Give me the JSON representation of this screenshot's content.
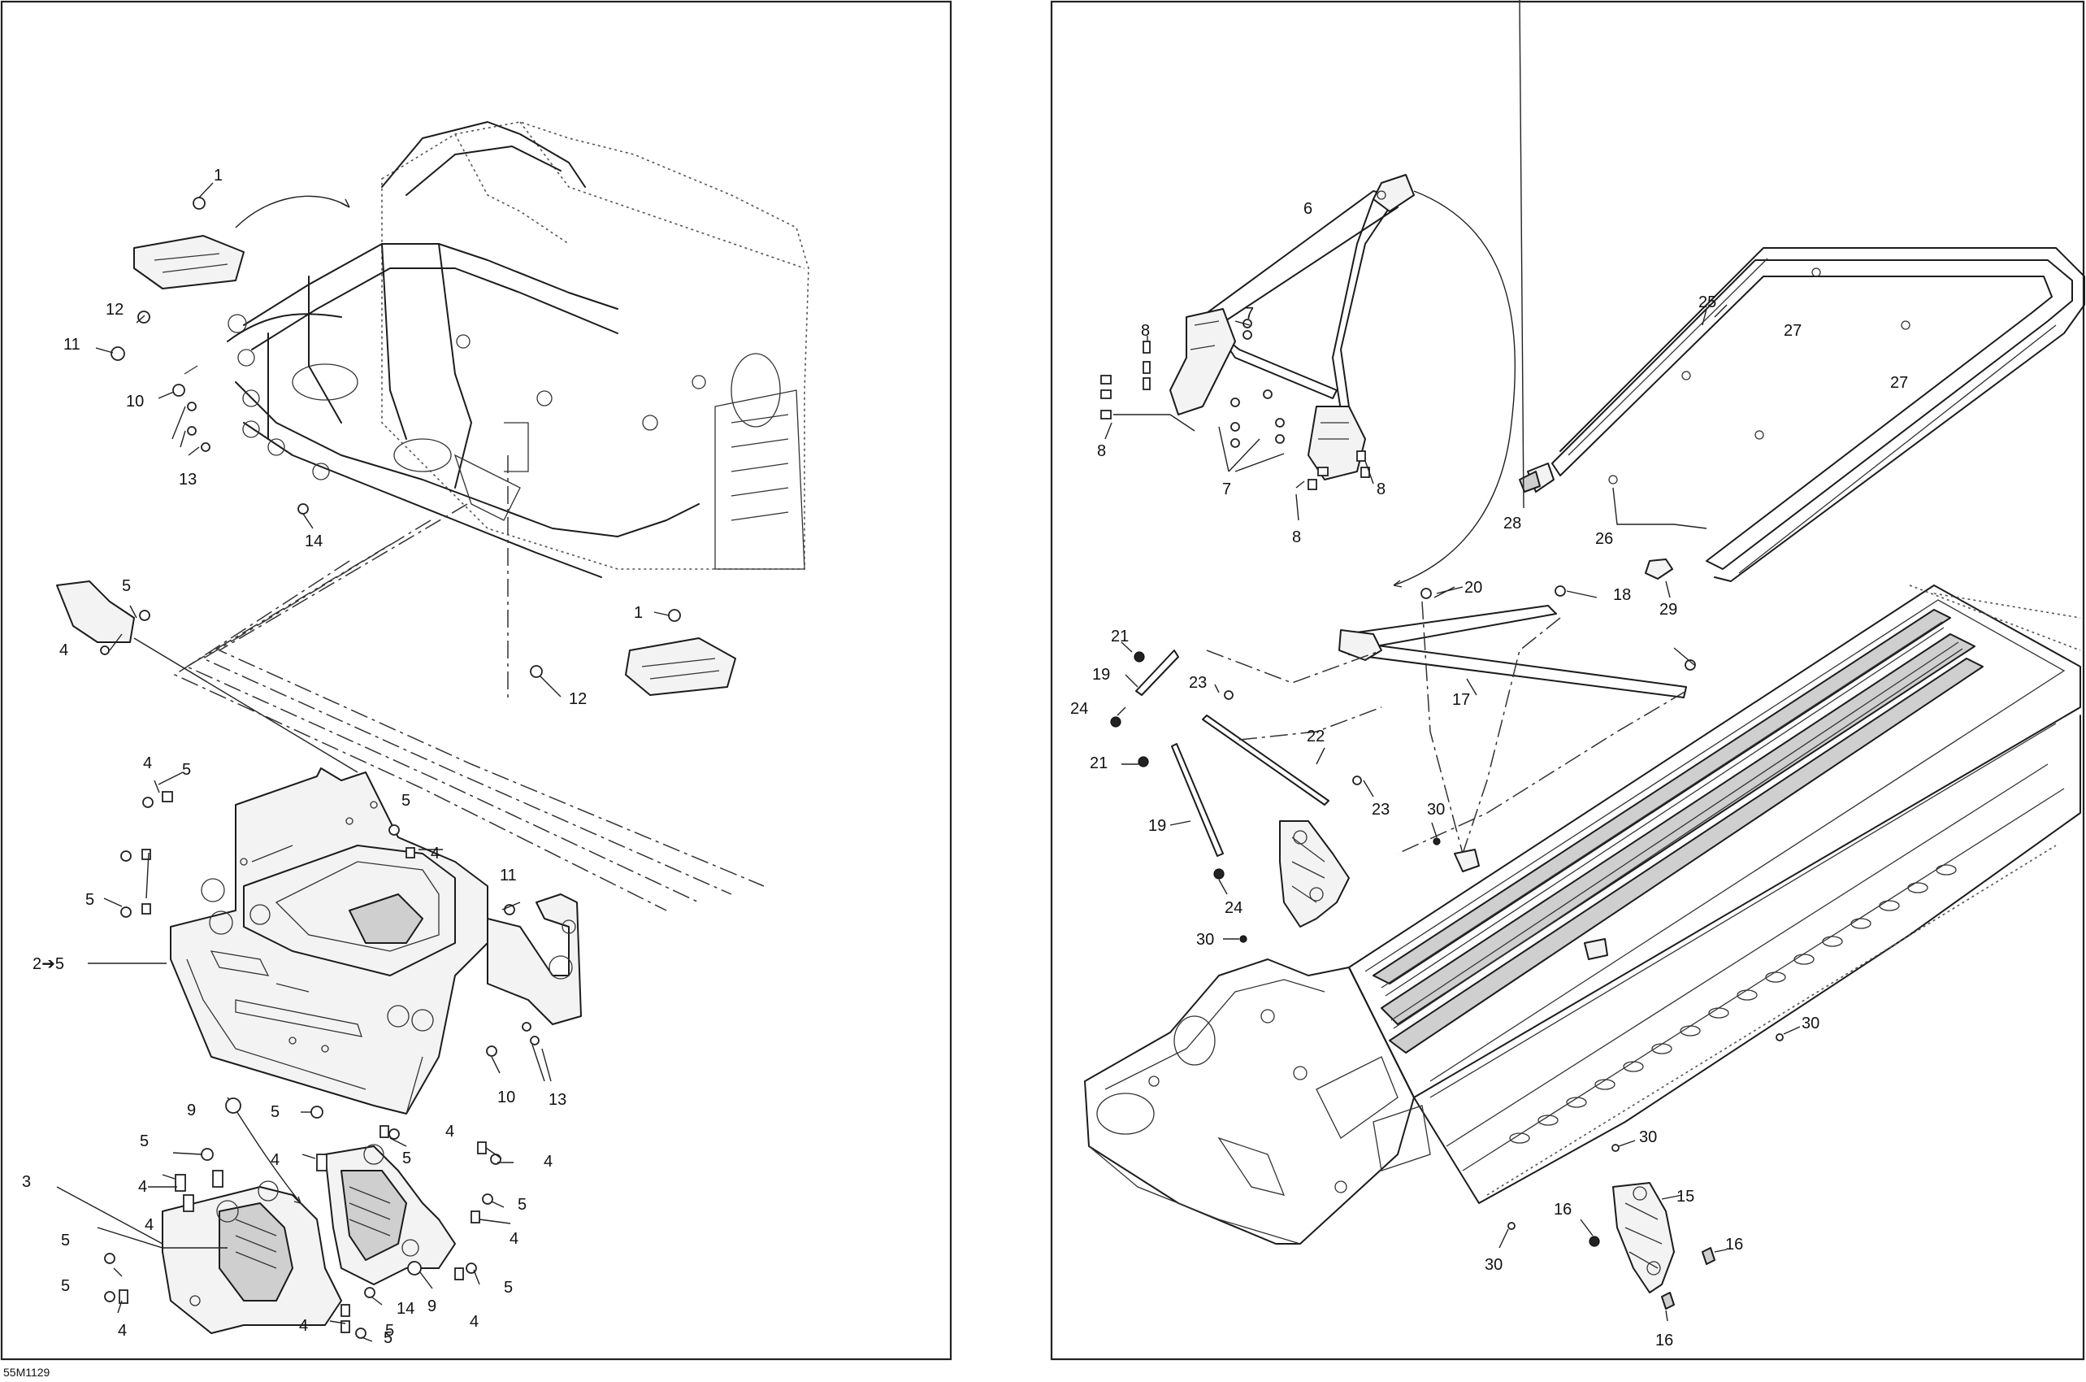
{
  "drawing_code": "55M1129",
  "callouts": [
    {
      "label": "1"
    },
    {
      "label": "12"
    },
    {
      "label": "11"
    },
    {
      "label": "10"
    },
    {
      "label": "13"
    },
    {
      "label": "14"
    },
    {
      "label": "5"
    },
    {
      "label": "4"
    },
    {
      "label": "1"
    },
    {
      "label": "12"
    },
    {
      "label": "4"
    },
    {
      "label": "5"
    },
    {
      "label": "5"
    },
    {
      "label": "4"
    },
    {
      "label": "5"
    },
    {
      "label": "11"
    },
    {
      "label": "2➔5"
    },
    {
      "label": "10"
    },
    {
      "label": "13"
    },
    {
      "label": "9"
    },
    {
      "label": "5"
    },
    {
      "label": "5"
    },
    {
      "label": "4"
    },
    {
      "label": "4"
    },
    {
      "label": "5"
    },
    {
      "label": "4"
    },
    {
      "label": "4"
    },
    {
      "label": "5"
    },
    {
      "label": "3"
    },
    {
      "label": "4"
    },
    {
      "label": "5"
    },
    {
      "label": "4"
    },
    {
      "label": "5"
    },
    {
      "label": "5"
    },
    {
      "label": "4"
    },
    {
      "label": "5"
    },
    {
      "label": "4"
    },
    {
      "label": "14"
    },
    {
      "label": "9"
    },
    {
      "label": "4"
    },
    {
      "label": "5"
    },
    {
      "label": "4"
    },
    {
      "label": "6"
    },
    {
      "label": "7"
    },
    {
      "label": "8"
    },
    {
      "label": "8"
    },
    {
      "label": "7"
    },
    {
      "label": "8"
    },
    {
      "label": "8"
    },
    {
      "label": "25"
    },
    {
      "label": "27"
    },
    {
      "label": "27"
    },
    {
      "label": "28"
    },
    {
      "label": "26"
    },
    {
      "label": "29"
    },
    {
      "label": "20"
    },
    {
      "label": "18"
    },
    {
      "label": "21"
    },
    {
      "label": "19"
    },
    {
      "label": "24"
    },
    {
      "label": "23"
    },
    {
      "label": "17"
    },
    {
      "label": "22"
    },
    {
      "label": "21"
    },
    {
      "label": "23"
    },
    {
      "label": "30"
    },
    {
      "label": "19"
    },
    {
      "label": "24"
    },
    {
      "label": "30"
    },
    {
      "label": "30"
    },
    {
      "label": "30"
    },
    {
      "label": "15"
    },
    {
      "label": "16"
    },
    {
      "label": "16"
    },
    {
      "label": "30"
    },
    {
      "label": "16"
    }
  ]
}
